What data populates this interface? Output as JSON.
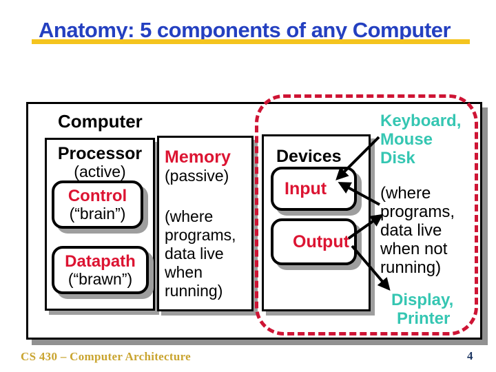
{
  "title": {
    "text": "Anatomy: 5 components of any Computer"
  },
  "diagram": {
    "computer_label": "Computer",
    "processor": {
      "title": "Processor",
      "subtitle": "(active)",
      "control": {
        "title": "Control",
        "subtitle": "(“brain”)"
      },
      "datapath": {
        "title": "Datapath",
        "subtitle": "(“brawn”)"
      }
    },
    "memory": {
      "title": "Memory",
      "lines": [
        "(passive)",
        "",
        "(where",
        "programs,",
        "data live",
        "when",
        "running)"
      ]
    },
    "devices": {
      "title": "Devices",
      "input_label": "Input",
      "output_label": "Output"
    },
    "io_notes": [
      {
        "text": "Keyboard,"
      },
      {
        "text": "Mouse"
      },
      {
        "text": "Disk"
      },
      {
        "text": "(where"
      },
      {
        "text": "programs,"
      },
      {
        "text": "data live"
      },
      {
        "text": "when not"
      },
      {
        "text": "running)"
      },
      {
        "text": "Display,"
      },
      {
        "text": "Printer"
      }
    ]
  },
  "footer": {
    "course": "CS 430 – Computer Architecture",
    "page_number": "4"
  },
  "colors": {
    "title_blue": "#2440C0",
    "underline_gold": "#F4C41E",
    "accent_red": "#DC1432",
    "dashed_red": "#CE1434",
    "teal": "#35C6B2",
    "footer_gold": "#C9A42F",
    "page_navy": "#1F3864",
    "shadow_gray": "#9E9E9E"
  }
}
